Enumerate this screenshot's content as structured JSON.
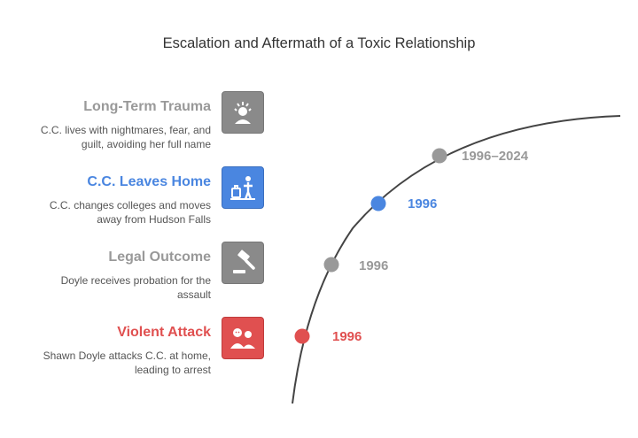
{
  "title": "Escalation and Aftermath of a Toxic Relationship",
  "colors": {
    "gray": "#999999",
    "gray_dark": "#777777",
    "blue": "#4a86e0",
    "red": "#e05050",
    "text": "#555555",
    "line": "#444444"
  },
  "events": [
    {
      "title": "Long-Term Trauma",
      "description": "C.C. lives with nightmares, fear, and guilt, avoiding her full name",
      "date": "1996–2024",
      "color": "gray",
      "icon": "distressed-person-icon"
    },
    {
      "title": "C.C. Leaves Home",
      "description": "C.C. changes colleges and moves away from Hudson Falls",
      "date": "1996",
      "color": "blue",
      "icon": "traveler-luggage-icon"
    },
    {
      "title": "Legal Outcome",
      "description": "Doyle receives probation for the assault",
      "date": "1996",
      "color": "gray",
      "icon": "gavel-icon"
    },
    {
      "title": "Violent Attack",
      "description": "Shawn Doyle attacks C.C. at home, leading to arrest",
      "date": "1996",
      "color": "red",
      "icon": "confrontation-icon"
    }
  ]
}
